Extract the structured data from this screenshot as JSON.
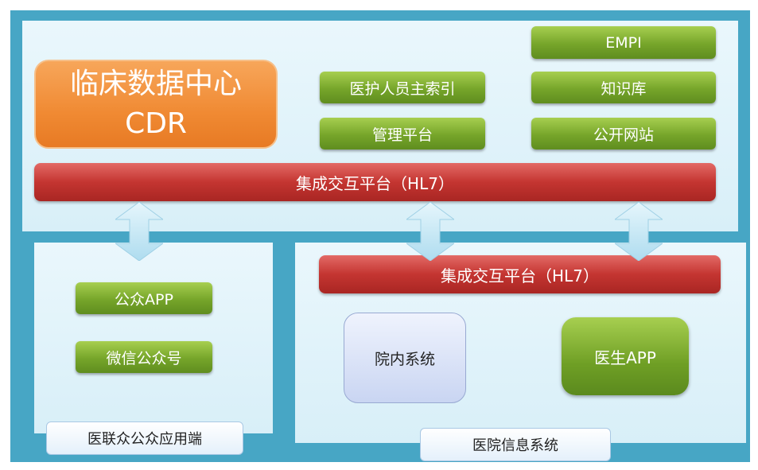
{
  "cdr": {
    "line1": "临床数据中心",
    "line2": "CDR"
  },
  "modules": {
    "empi": "EMPI",
    "staff_index": "医护人员主索引",
    "knowledge": "知识库",
    "management": "管理平台",
    "website": "公开网站"
  },
  "integration_top": "集成交互平台（HL7）",
  "integration_hospital": "集成交互平台（HL7）",
  "public_apps": {
    "app": "公众APP",
    "wechat": "微信公众号",
    "label": "医联众公众应用端"
  },
  "hospital": {
    "internal": "院内系统",
    "doctor_app": "医生APP",
    "label": "医院信息系统"
  },
  "colors": {
    "background": "#47a6c5",
    "cdr": "#f08a33",
    "module": "#76a52a",
    "integration": "#c43531"
  }
}
